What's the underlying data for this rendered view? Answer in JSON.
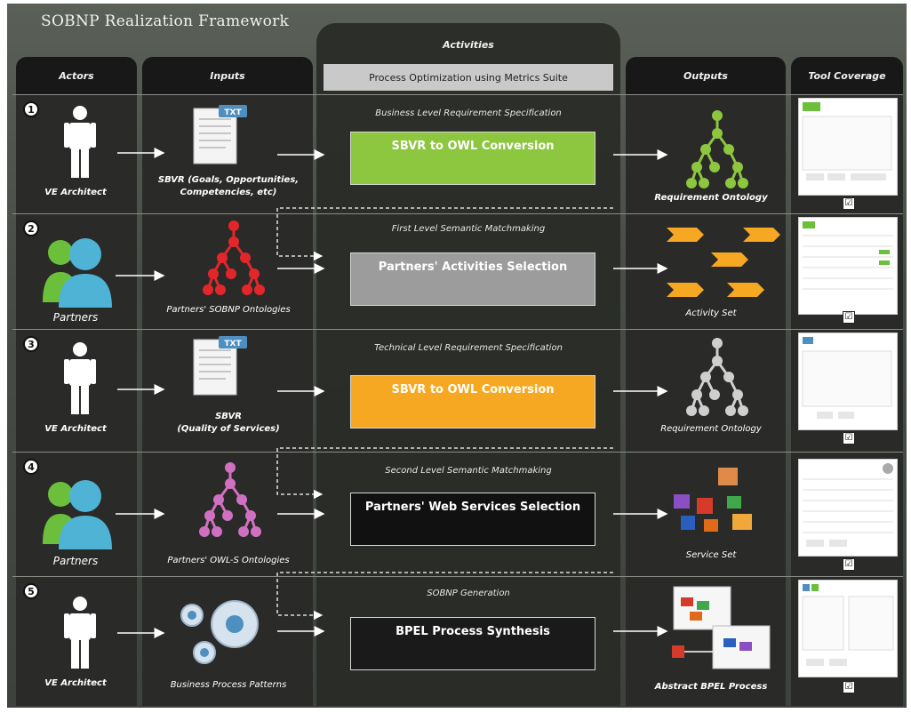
{
  "title": "SOBNP Realization Framework",
  "columns": {
    "actors": "Actors",
    "inputs": "Inputs",
    "activities": "Activities",
    "outputs": "Outputs",
    "tool_coverage": "Tool Coverage"
  },
  "process_optimization": "Process Optimization using Metrics Suite",
  "rows": [
    {
      "num": "1",
      "actor": "VE Architect",
      "actor_icon": "person-icon",
      "input": "SBVR (Goals, Opportunities, Competencies, etc)",
      "input_line1": "SBVR (Goals, Opportunities,",
      "input_line2": "Competencies, etc)",
      "stage": "Business Level Requirement Specification",
      "activity": "SBVR to OWL Conversion",
      "activity_color": "#8dc63f",
      "output": "Requirement Ontology",
      "checked": true
    },
    {
      "num": "2",
      "actor": "Partners",
      "actor_icon": "partners-icon",
      "input": "Partners' SOBNP Ontologies",
      "stage": "First Level Semantic Matchmaking",
      "activity": "Partners' Activities Selection",
      "activity_color": "#9c9c9c",
      "output": "Activity Set",
      "checked": true
    },
    {
      "num": "3",
      "actor": "VE Architect",
      "actor_icon": "person-icon",
      "input": "SBVR (Quality of Services)",
      "input_line1": "SBVR",
      "input_line2": "(Quality of Services)",
      "stage": "Technical Level Requirement Specification",
      "activity": "SBVR to OWL Conversion",
      "activity_color": "#f7a823",
      "output": "Requirement Ontology",
      "checked": true
    },
    {
      "num": "4",
      "actor": "Partners",
      "actor_icon": "partners-icon",
      "input": "Partners' OWL-S Ontologies",
      "stage": "Second Level Semantic Matchmaking",
      "activity": "Partners' Web Services Selection",
      "activity_color": "#111111",
      "output": "Service Set",
      "checked": true
    },
    {
      "num": "5",
      "actor": "VE Architect",
      "actor_icon": "person-icon",
      "input": "Business Process Patterns",
      "stage": "SOBNP Generation",
      "activity": "BPEL Process Synthesis",
      "activity_color": "#1a1a1a",
      "output": "Abstract BPEL Process",
      "checked": true
    }
  ],
  "check_glyph": "☑",
  "colors": {
    "green": "#8dc63f",
    "grey": "#9c9c9c",
    "orange": "#f7a823",
    "tree_green": "#8dc63f",
    "tree_red": "#e3262a",
    "tree_grey": "#cfcfcf",
    "tree_pink": "#d070c0",
    "chevron": "#f7a823",
    "partner_blue": "#4fb3d6",
    "partner_green": "#6cbf3b"
  }
}
